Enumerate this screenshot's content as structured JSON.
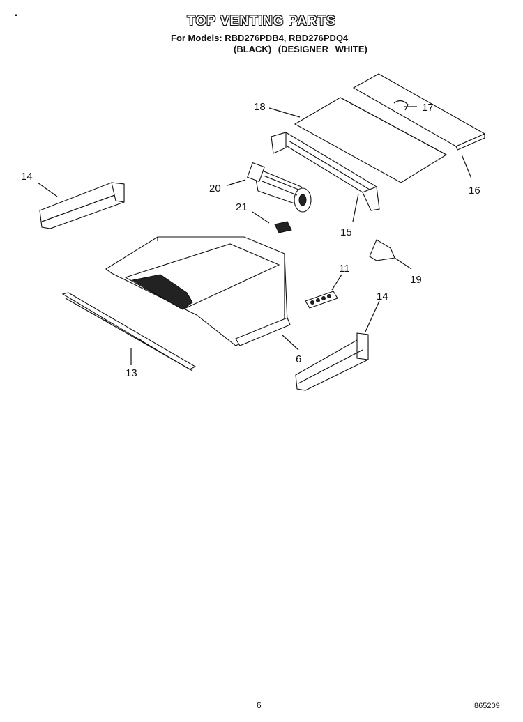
{
  "header": {
    "title": "TOP VENTING PARTS",
    "models": "For Models: RBD276PDB4, RBD276PDQ4",
    "colors": "(BLACK) (DESIGNER WHITE)"
  },
  "callouts": {
    "c18": "18",
    "c17": "17",
    "c16": "16",
    "c14a": "14",
    "c20": "20",
    "c21": "21",
    "c15": "15",
    "c11": "11",
    "c19": "19",
    "c14b": "14",
    "c6": "6",
    "c13": "13"
  },
  "footer": {
    "page": "6",
    "code": "865209"
  },
  "colors_used": {
    "line": "#111111",
    "background": "#ffffff"
  }
}
